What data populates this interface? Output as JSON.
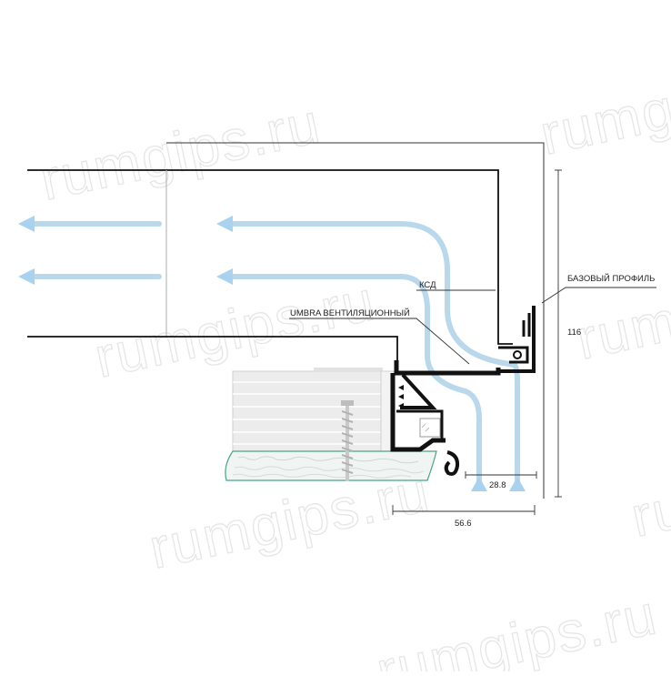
{
  "labels": {
    "ksd": "КСД",
    "base_profile": "БАЗОВЫЙ ПРОФИЛЬ",
    "umbra": "UMBRA ВЕНТИЛЯЦИОННЫЙ"
  },
  "dimensions": {
    "height": "116",
    "gap": "28.8",
    "width": "56.6"
  },
  "watermark": "rumgips.ru",
  "colors": {
    "airflow": "#b9d8ec",
    "arrow": "#a9d2ee",
    "line": "#111111",
    "thin_line": "#333333",
    "glass": "#4aa38a"
  }
}
